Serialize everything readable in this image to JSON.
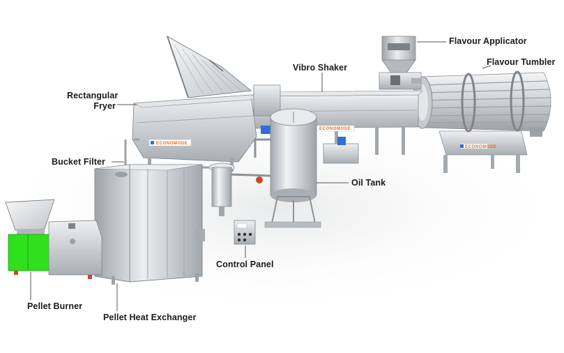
{
  "labels": {
    "flavour_applicator": "Flavour Applicator",
    "flavour_tumbler": "Flavour Tumbler",
    "vibro_shaker": "Vibro Shaker",
    "rectangular_fryer_line1": "Rectangular",
    "rectangular_fryer_line2": "Fryer",
    "bucket_filter": "Bucket Filter",
    "oil_tank": "Oil Tank",
    "control_panel": "Control Panel",
    "pellet_burner": "Pellet Burner",
    "pellet_heat_exchanger": "Pellet Heat Exchanger"
  },
  "brand_marks": {
    "fryer": "ECONOMODE",
    "shaker": "ECONOMODE",
    "tumbler": "ECONOMODE"
  },
  "colors": {
    "steel_light": "#d9dcdf",
    "steel_mid": "#b8bcc0",
    "steel_dark": "#8a8f94",
    "burner_green": "#2fe01c",
    "brand_orange": "#e06a1a",
    "motor_blue": "#2f6fd6",
    "leader_line": "#555555"
  }
}
